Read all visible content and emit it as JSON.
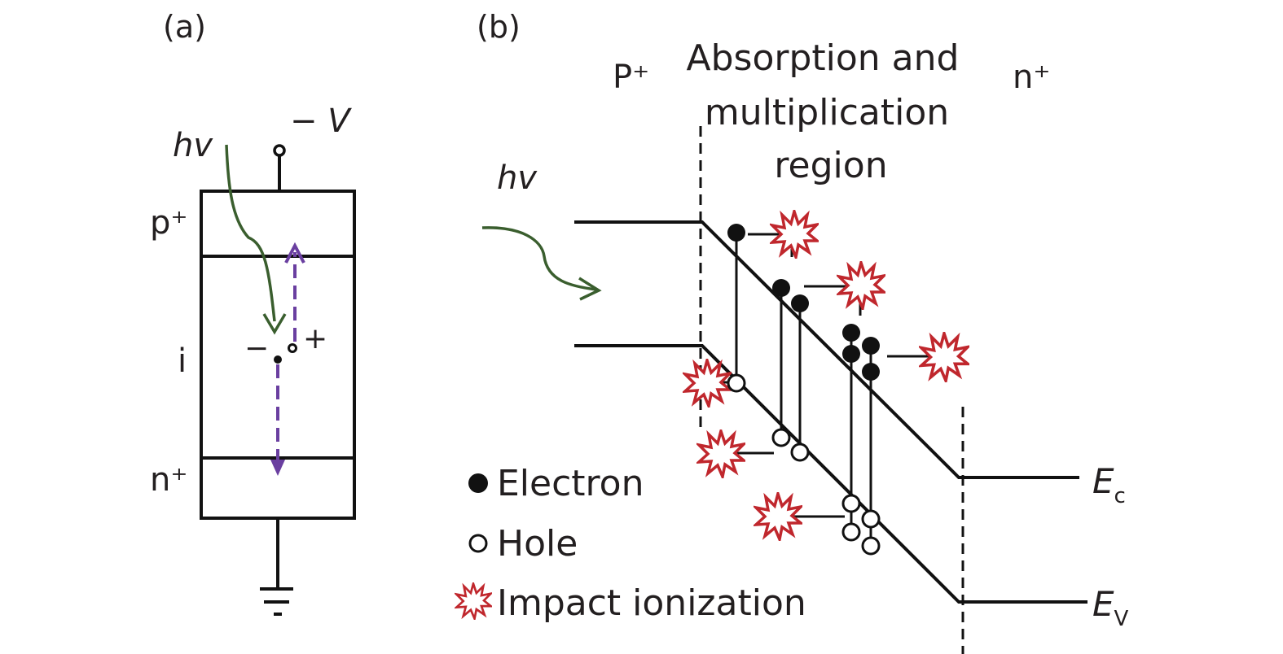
{
  "panel_a": {
    "label": "(a)",
    "photon_label": "hv",
    "voltage_label": "− V",
    "layers": [
      "p⁺",
      "i",
      "n⁺"
    ],
    "electron_sign": "−",
    "hole_sign": "+",
    "colors": {
      "photon": "#3a5e2e",
      "carrier_path": "#6a3fa0",
      "outline": "#111111"
    }
  },
  "panel_b": {
    "label": "(b)",
    "photon_label": "hv",
    "region_left": "P⁺",
    "region_middle_lines": [
      "Absorption and",
      "multiplication",
      "region"
    ],
    "region_right": "n⁺",
    "band_labels": {
      "conduction": "E",
      "conduction_sub": "c",
      "valence": "E",
      "valence_sub": "V"
    },
    "legend": [
      {
        "symbol": "filled-circle",
        "label": "Electron"
      },
      {
        "symbol": "open-circle",
        "label": "Hole"
      },
      {
        "symbol": "starburst",
        "label": "Impact ionization"
      }
    ],
    "colors": {
      "impact": "#c0272d",
      "photon": "#3a5e2e",
      "band": "#111111"
    }
  }
}
